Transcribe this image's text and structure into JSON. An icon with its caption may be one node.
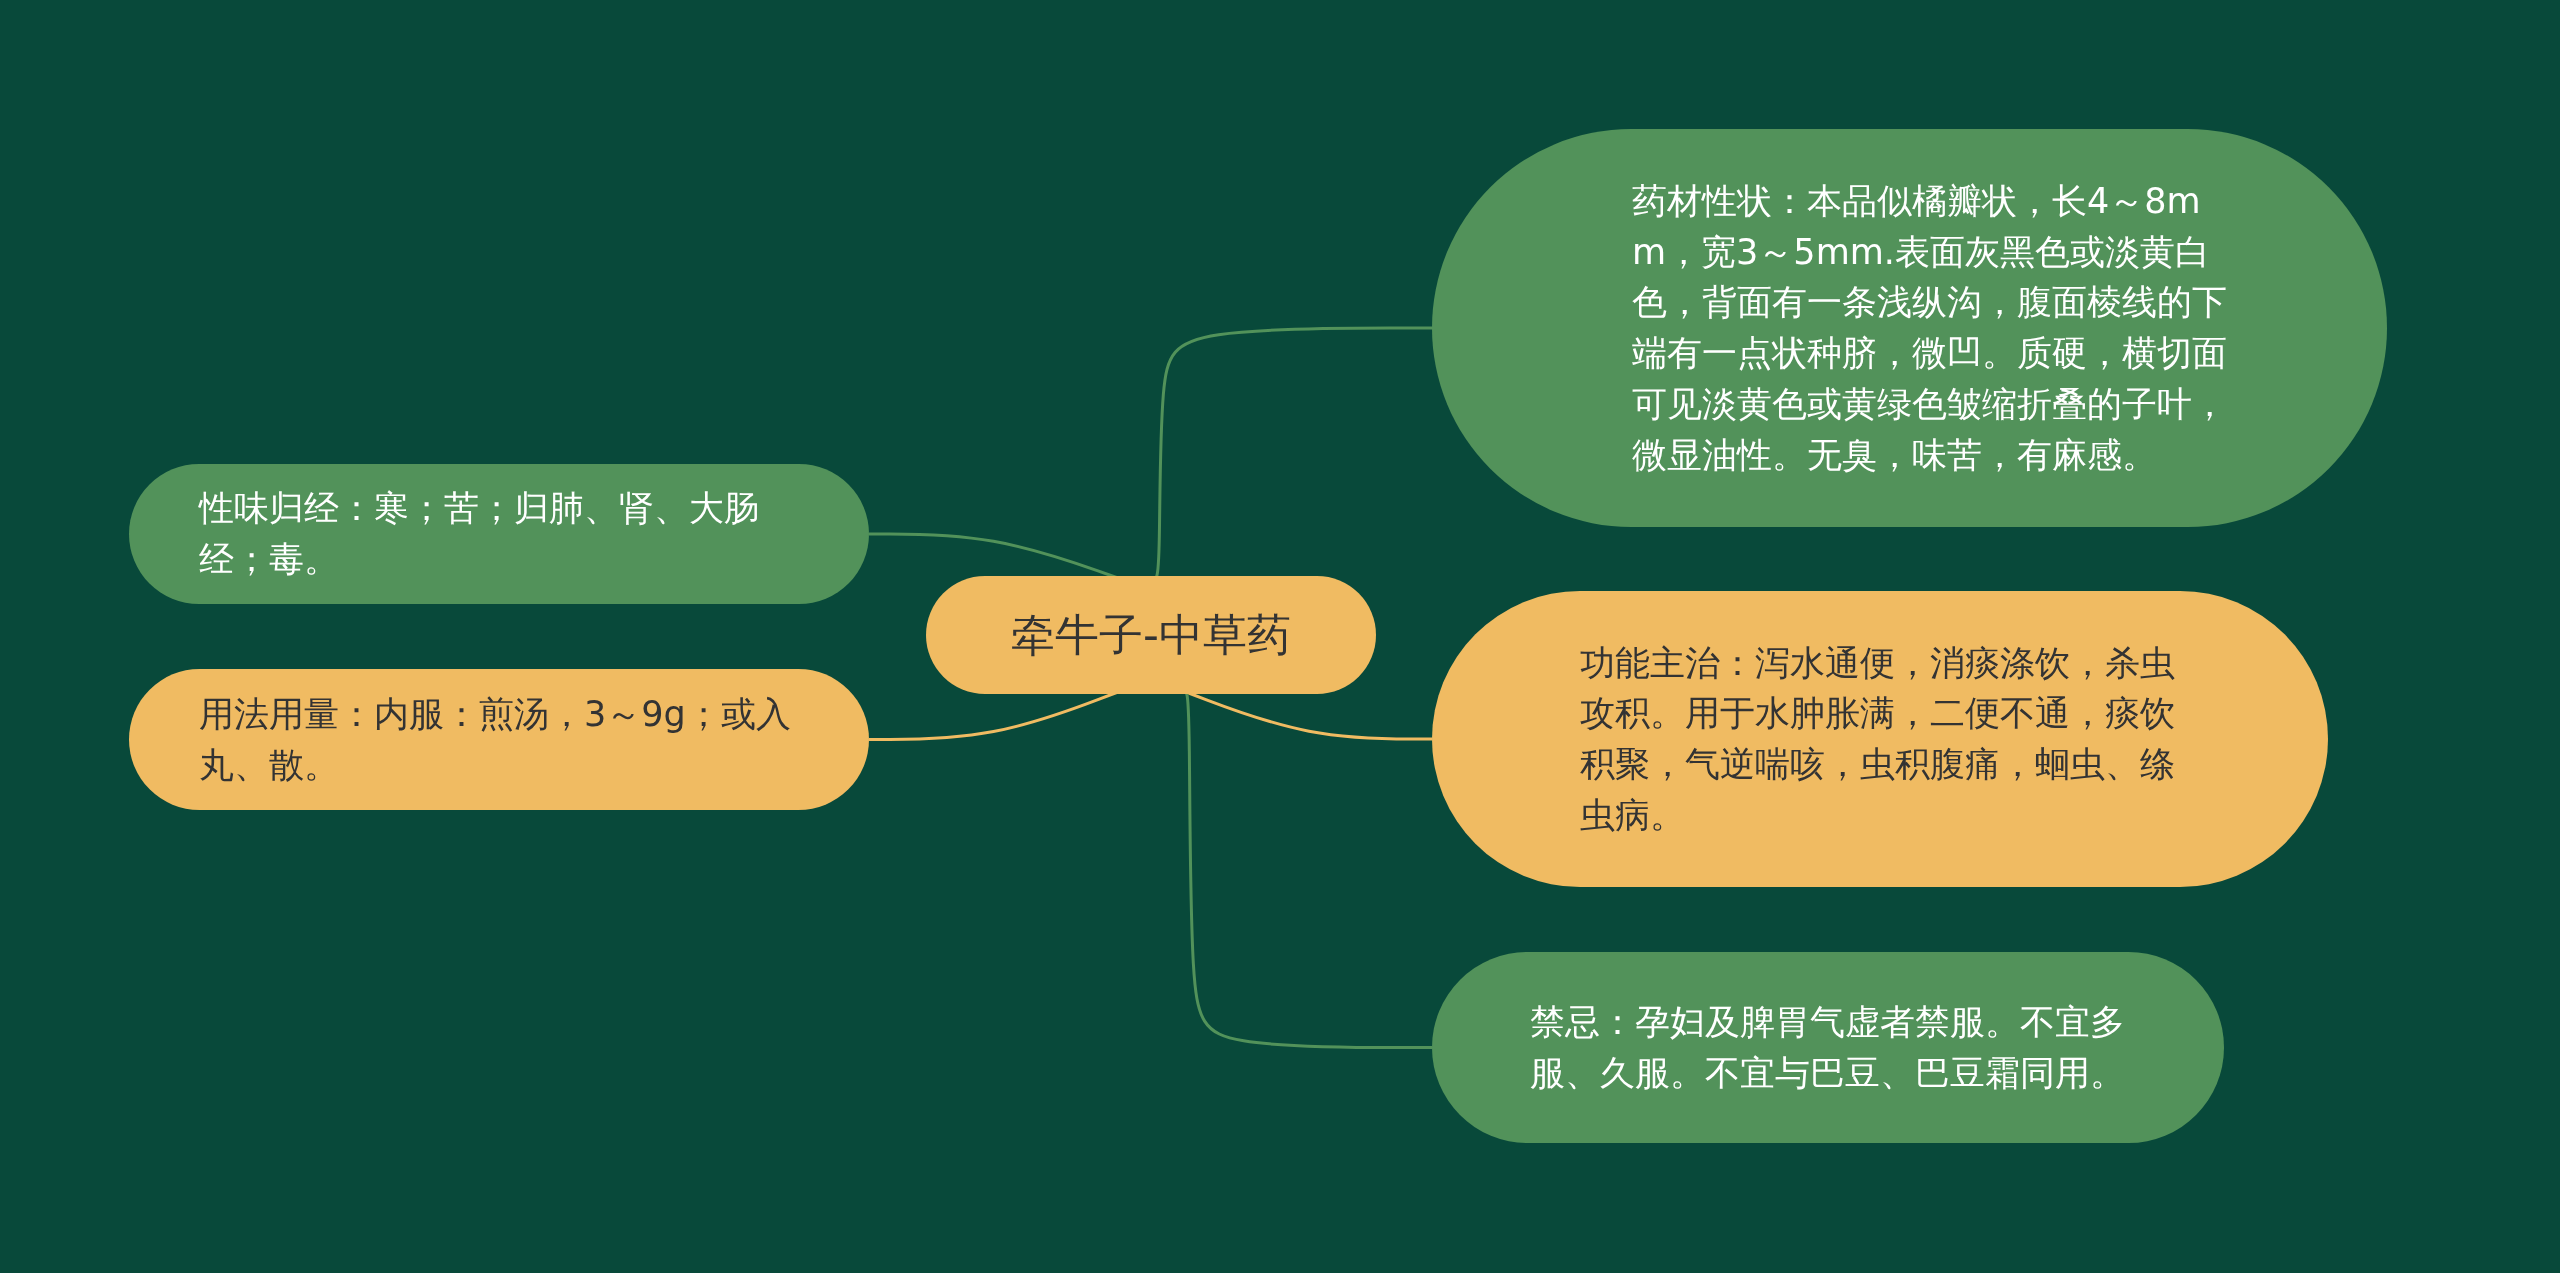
{
  "diagram": {
    "nodes": [
      {
        "text": [
          "牵牛子-中草药"
        ]
      },
      {
        "text": [
          "性味归经：寒；苦；归肺、肾、大肠经；毒。"
        ]
      },
      {
        "text": [
          "用法用量：内服：煎汤，3～9g；或入丸、散。"
        ]
      },
      {
        "text": [
          "药材性状：本品似橘瓣状，长4～8mm，宽3～5mm.表面灰黑色或淡黄白色，背面有一条浅纵沟，腹面棱线的下端有一点状种脐，微凹。质硬，横切面可见淡黄色或黄绿色皱缩折叠的子叶，微显油性。无臭，味苦，有麻感。"
        ]
      },
      {
        "text": [
          "功能主治：泻水通便，消痰涤饮，杀虫攻积。用于水肿胀满，二便不通，痰饮积聚，气逆喘咳，虫积腹痛，蛔虫、绦虫病。"
        ]
      },
      {
        "text": [
          "禁忌：孕妇及脾胃气虚者禁服。不宜多服、久服。不宜与巴豆、巴豆霜同用。"
        ]
      }
    ],
    "edges": [
      {
        "from": 0,
        "to": 1,
        "arrow": "none"
      },
      {
        "from": 0,
        "to": 2,
        "arrow": "none",
        "color": "#f0bb62"
      },
      {
        "from": 0,
        "to": 3,
        "arrow": "none"
      },
      {
        "from": 0,
        "to": 4,
        "arrow": "none",
        "color": "#f0bb62"
      },
      {
        "from": 0,
        "to": 5,
        "arrow": "none"
      }
    ]
  }
}
